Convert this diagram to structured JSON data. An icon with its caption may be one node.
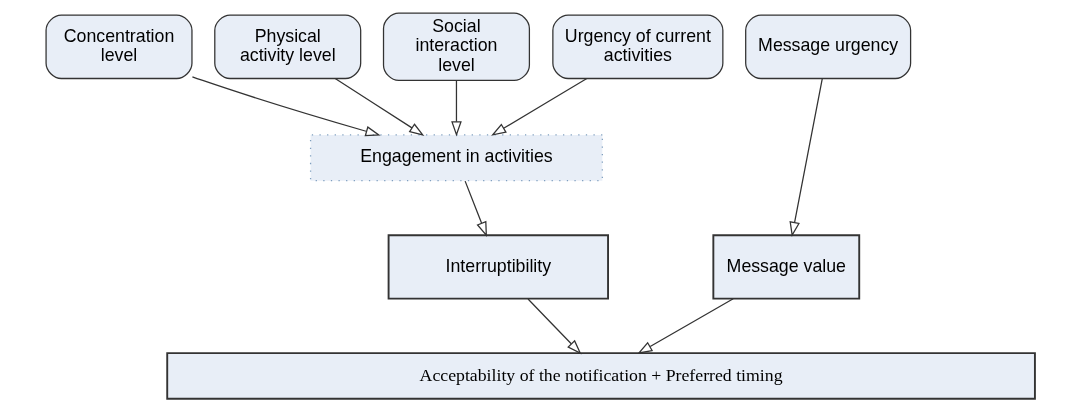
{
  "diagram": {
    "nodes": [
      {
        "text": [
          "Concentration level"
        ]
      },
      {
        "text": [
          "Physical activity level"
        ]
      },
      {
        "text": [
          "Social interaction level"
        ]
      },
      {
        "text": [
          "Urgency of current activities"
        ]
      },
      {
        "text": [
          "Message urgency"
        ]
      },
      {
        "text": [
          "Engagement in activities"
        ]
      },
      {
        "text": [
          "Interruptibility"
        ]
      },
      {
        "text": [
          "Message value"
        ]
      },
      {
        "text": [
          "Acceptability of the notification + Preferred timing"
        ]
      }
    ],
    "edges": [
      {
        "from": 0,
        "to": 5,
        "arrow": "to"
      },
      {
        "from": 1,
        "to": 5,
        "arrow": "to"
      },
      {
        "from": 2,
        "to": 5,
        "arrow": "to"
      },
      {
        "from": 3,
        "to": 5,
        "arrow": "to"
      },
      {
        "from": 4,
        "to": 7,
        "arrow": "to"
      },
      {
        "from": 5,
        "to": 6,
        "arrow": "to"
      },
      {
        "from": 6,
        "to": 8,
        "arrow": "to"
      },
      {
        "from": 7,
        "to": 8,
        "arrow": "to"
      }
    ]
  }
}
